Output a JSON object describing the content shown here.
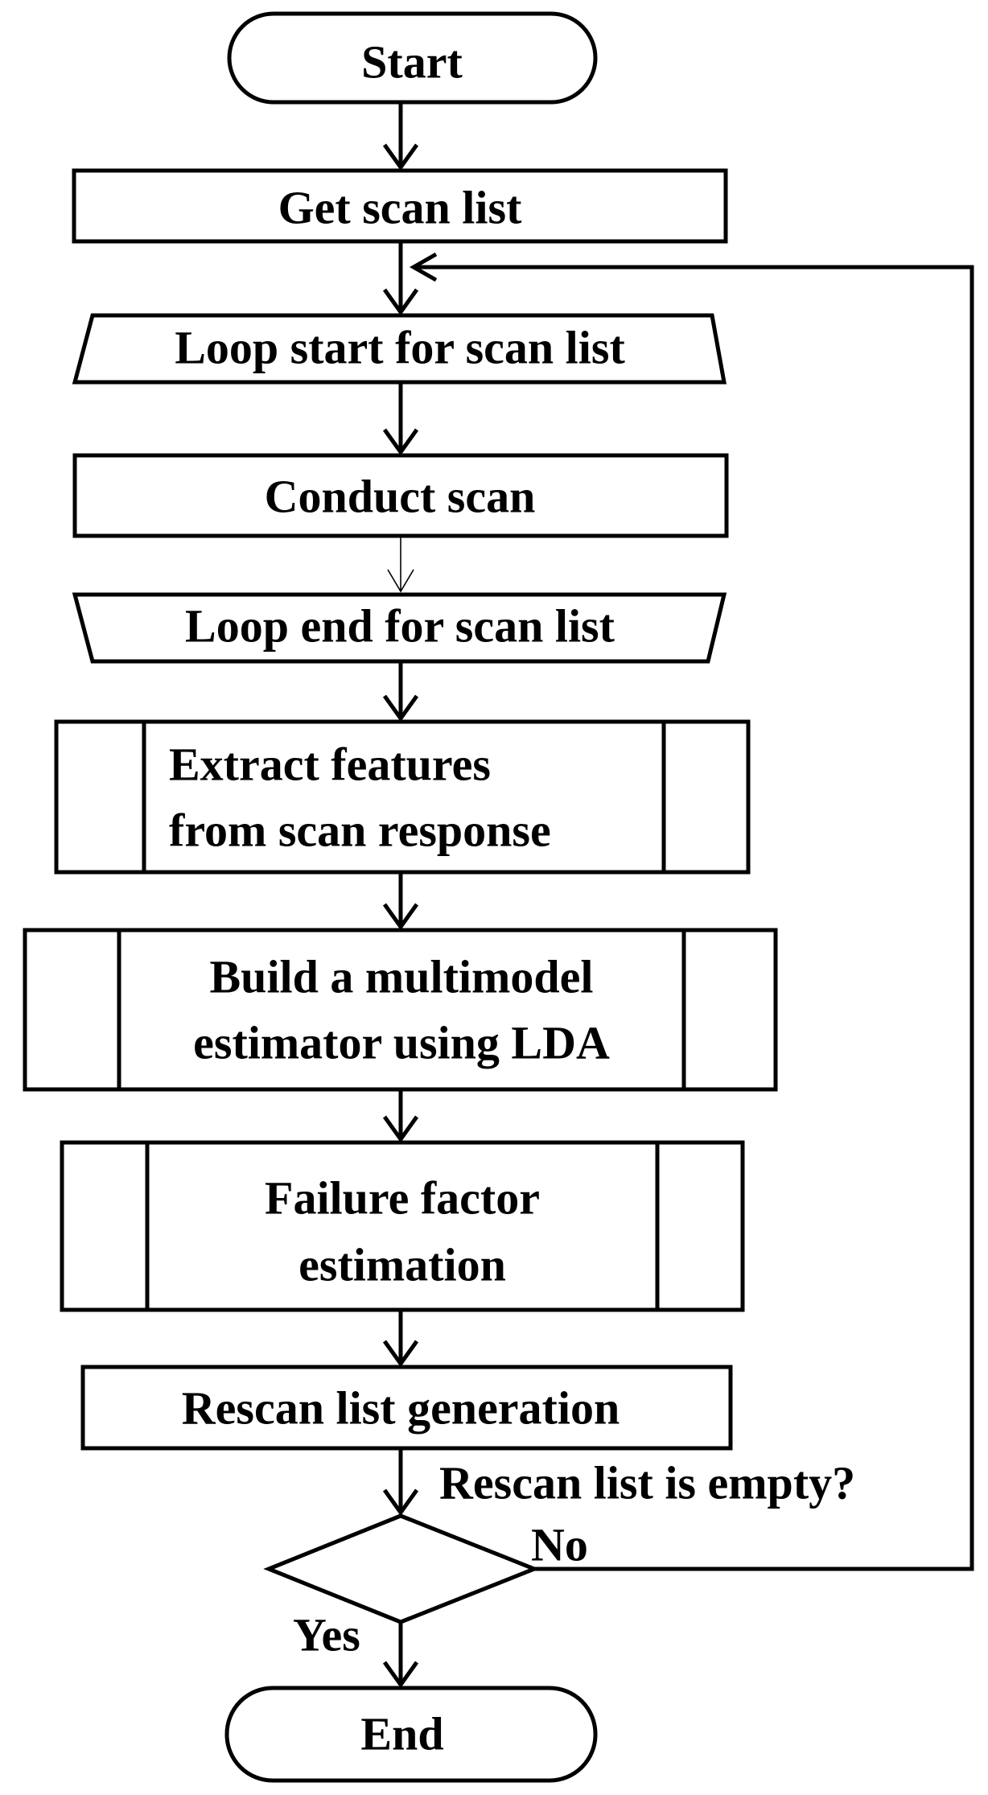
{
  "flowchart": {
    "start": "Start",
    "get_scan_list": "Get scan list",
    "loop_start": "Loop start for scan list",
    "conduct_scan": "Conduct scan",
    "loop_end": "Loop end for scan list",
    "extract_features": [
      "Extract features",
      "from scan response"
    ],
    "build_estimator": [
      "Build a multimodel",
      "estimator using LDA"
    ],
    "failure_factor": [
      "Failure factor",
      "estimation"
    ],
    "rescan_generation": "Rescan list generation",
    "decision_question": "Rescan list is empty?",
    "no_label": "No",
    "yes_label": "Yes",
    "end": "End"
  }
}
